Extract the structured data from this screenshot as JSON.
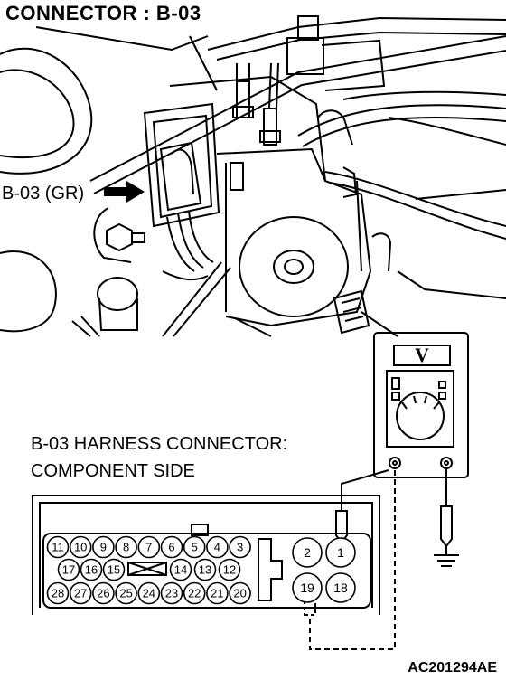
{
  "title": "CONNECTOR : B-03",
  "photo_label": "B-03 (GR)",
  "harness_caption_line1": "B-03 HARNESS CONNECTOR:",
  "harness_caption_line2": "COMPONENT SIDE",
  "meter_symbol": "V",
  "figure_id": "AC201294AE",
  "terminals": {
    "row1": [
      "11",
      "10",
      "9",
      "8",
      "7",
      "6",
      "5",
      "4",
      "3"
    ],
    "row2": [
      "17",
      "16",
      "15",
      "14",
      "13",
      "12"
    ],
    "row3": [
      "28",
      "27",
      "26",
      "25",
      "24",
      "23",
      "22",
      "21",
      "20"
    ],
    "right_top": [
      "2",
      "1"
    ],
    "right_bottom": [
      "19",
      "18"
    ]
  }
}
